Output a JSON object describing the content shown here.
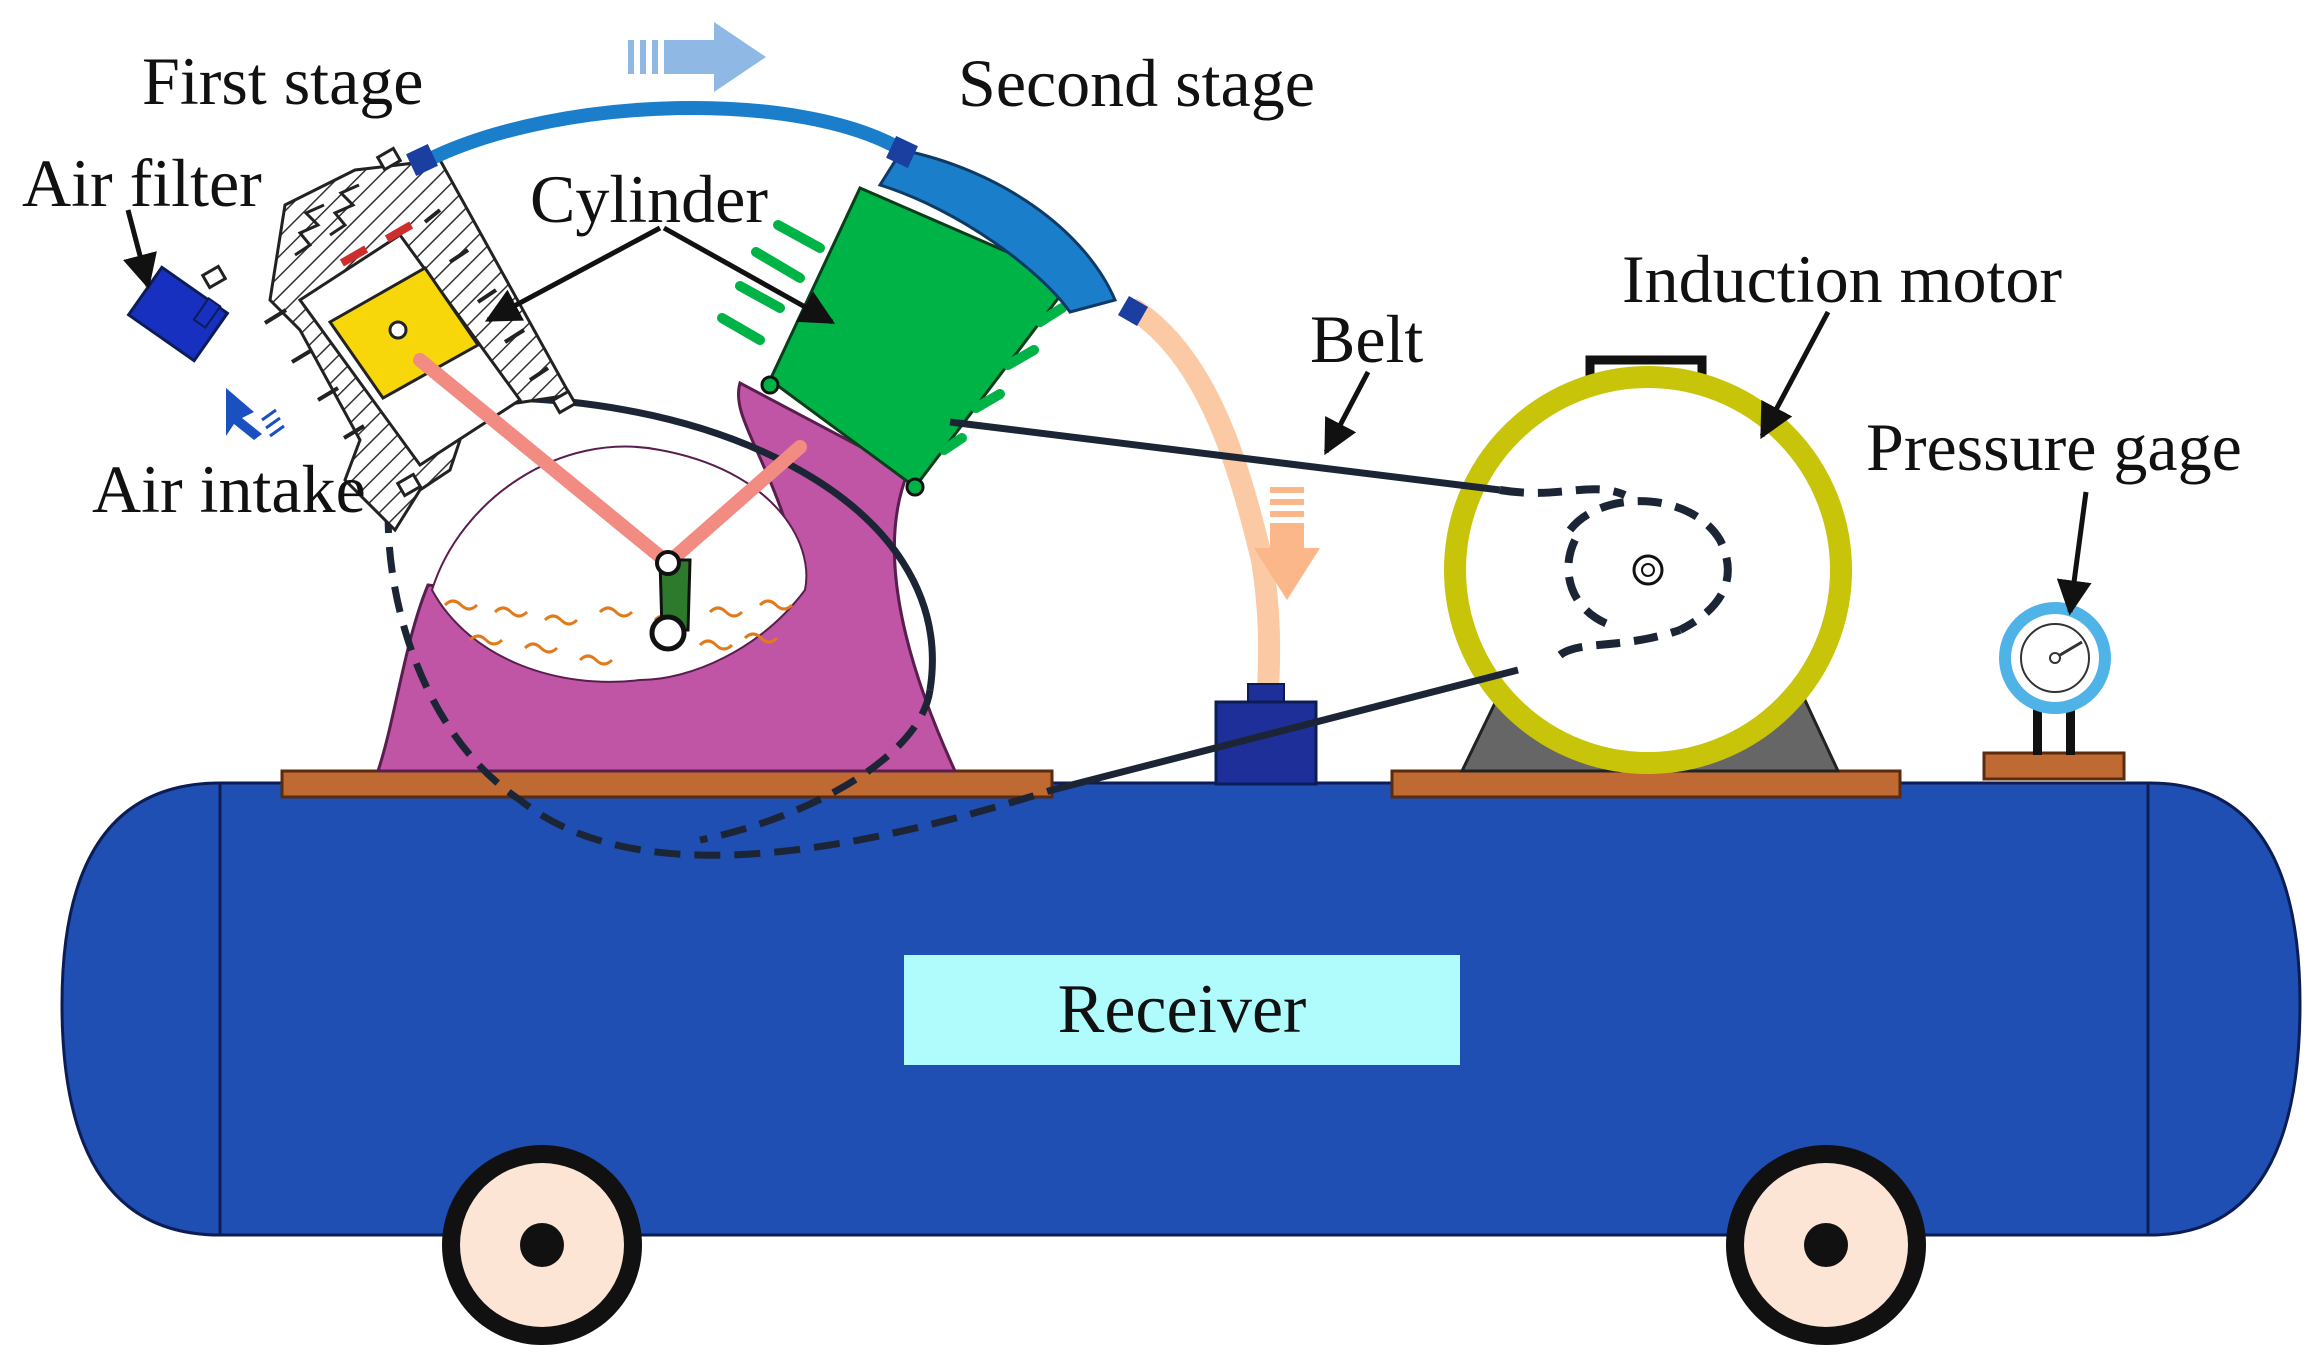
{
  "labels": {
    "first_stage": "First stage",
    "second_stage": "Second stage",
    "air_filter": "Air filter",
    "cylinder": "Cylinder",
    "air_intake": "Air intake",
    "belt": "Belt",
    "induction_motor": "Induction motor",
    "pressure_gage": "Pressure gage",
    "receiver": "Receiver"
  },
  "colors": {
    "tank": "#1f4fb3",
    "crankcase": "#c055a5",
    "second_stage_cylinder": "#00b347",
    "first_stage_piston": "#f7d70a",
    "connecting_rod": "#f28b82",
    "pipe_blue": "#1b7ecb",
    "pipe_peach": "#fbc9a4",
    "motor_ring": "#c8c40a",
    "motor_base": "#666666",
    "mounting_plate": "#c06a33",
    "receiver_label_bg": "#b0fbfb",
    "gauge_ring": "#4fb3e8",
    "air_filter": "#1830c0",
    "wheel": "#fde5d5",
    "oil": "#e07a1a"
  },
  "icons": [
    "flow-arrow-top",
    "flow-arrow-down",
    "intake-arrow"
  ]
}
